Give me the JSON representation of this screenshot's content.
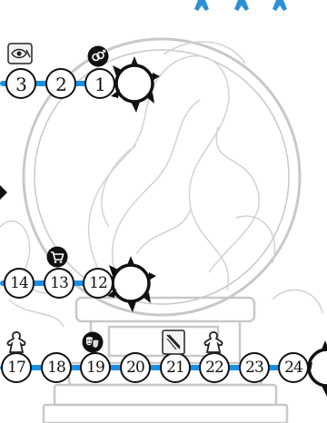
{
  "board": {
    "background": "#ffffff",
    "track_color": "#1a8fe6",
    "space_border": "#111111",
    "rows": [
      {
        "id": "top-row",
        "spaces": [
          "3",
          "2",
          "1"
        ]
      },
      {
        "id": "middle-row",
        "spaces": [
          "14",
          "13",
          "12"
        ]
      },
      {
        "id": "bottom-row",
        "spaces": [
          "17",
          "18",
          "19",
          "20",
          "21",
          "22",
          "23",
          "24"
        ]
      }
    ],
    "markers": [
      {
        "icon": "eye-card-icon",
        "near_space": "3"
      },
      {
        "icon": "gender-symbols-icon",
        "near_space": "1"
      },
      {
        "icon": "shopping-cart-icon",
        "near_space": "13"
      },
      {
        "icon": "pawn-icon",
        "near_space": "17"
      },
      {
        "icon": "theater-masks-icon",
        "near_space": "19"
      },
      {
        "icon": "crossed-swords-card-icon",
        "near_space": "21"
      },
      {
        "icon": "pawn-icon",
        "near_space": "22"
      }
    ],
    "portals": [
      "portal-top",
      "portal-middle",
      "portal-bottom-right"
    ],
    "top_edge_markers": 3
  }
}
